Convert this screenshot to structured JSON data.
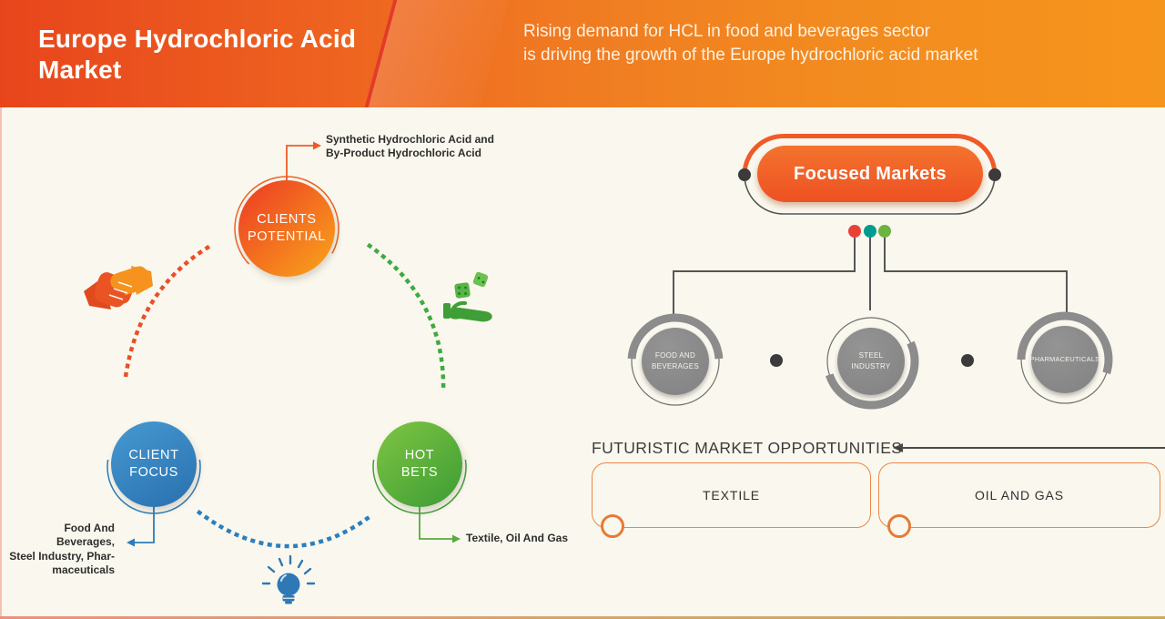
{
  "header": {
    "title_line1": "Europe Hydrochloric Acid",
    "title_line2": "Market",
    "subtitle_line1": "Rising demand for HCL in food and beverages sector",
    "subtitle_line2": "is driving the growth of the Europe hydrochloric acid market"
  },
  "cluster": {
    "clients_potential": {
      "line1": "CLIENTS",
      "line2": "POTENTIAL",
      "note_line1": "Synthetic Hydrochloric Acid and",
      "note_line2": "By-Product Hydrochloric Acid"
    },
    "client_focus": {
      "line1": "CLIENT",
      "line2": "FOCUS",
      "note_line1": "Food And Beverages,",
      "note_line2": "Steel Industry, Phar-",
      "note_line3": "maceuticals"
    },
    "hot_bets": {
      "line1": "HOT",
      "line2": "BETS",
      "note": "Textile, Oil And Gas"
    }
  },
  "focused_markets": {
    "title": "Focused Markets",
    "markets": [
      {
        "line1": "FOOD AND",
        "line2": "BEVERAGES"
      },
      {
        "line1": "STEEL",
        "line2": "INDUSTRY"
      },
      {
        "line1": "PHARMACEUTICALS",
        "line2": ""
      }
    ]
  },
  "opportunities": {
    "heading": "FUTURISTIC MARKET OPPORTUNITIES",
    "items": [
      "TEXTILE",
      "OIL AND GAS"
    ]
  },
  "icons": {
    "handshake": "handshake-icon",
    "dice_in_hand": "dice-in-hand-icon",
    "lightbulb": "lightbulb-icon"
  },
  "colors": {
    "header_gradient_start": "#e8451c",
    "header_gradient_end": "#f6951c",
    "background_cream": "#faf8ee",
    "accent_orange": "#f05a28",
    "accent_blue": "#2e7cba",
    "accent_green": "#57ab3f",
    "accent_teal": "#009b8f",
    "gray_circle": "#8c8c8c",
    "connector_gray": "#565656",
    "box_border_orange": "#e98648"
  }
}
